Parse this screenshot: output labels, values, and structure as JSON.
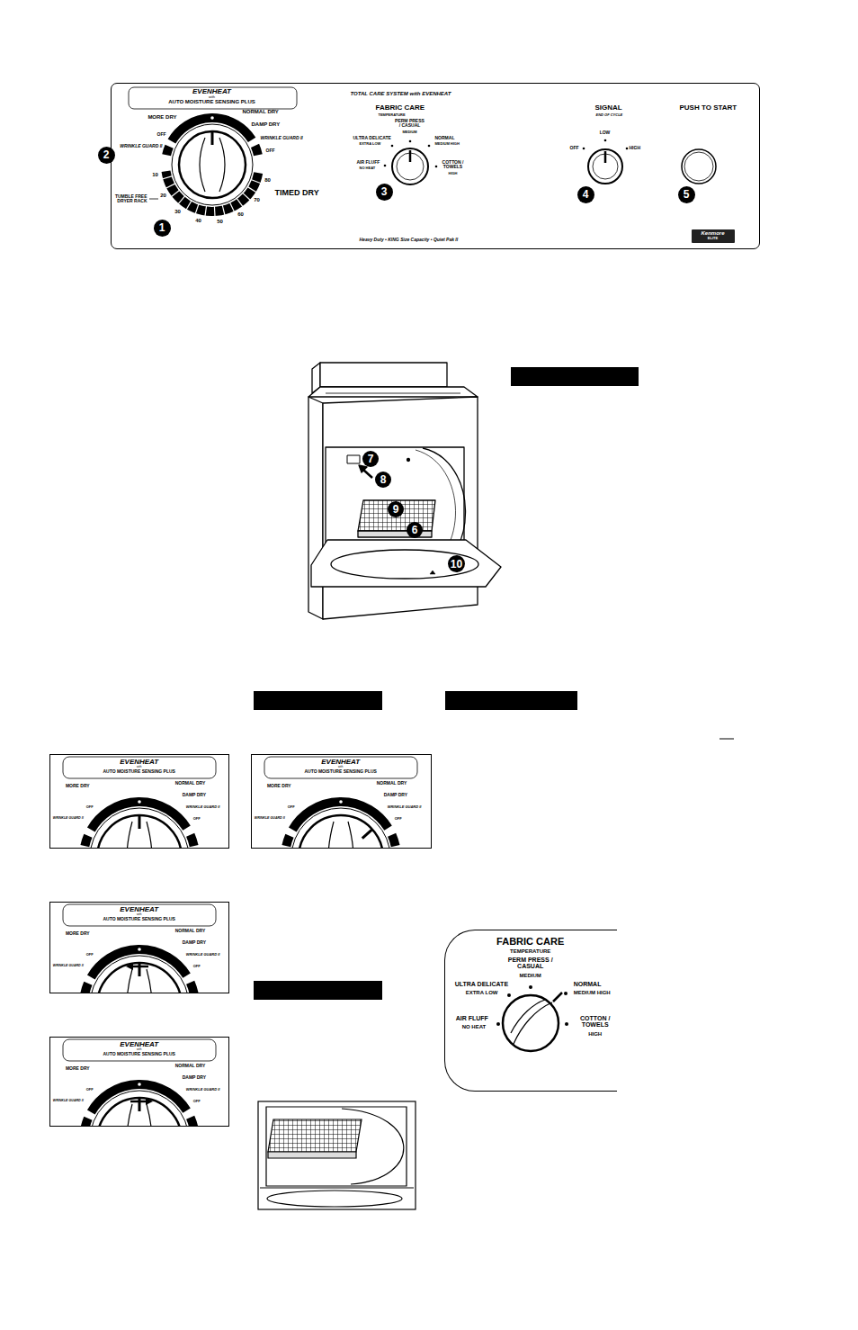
{
  "diagram": {
    "nodes": [
      {
        "text": [
          "EVENHEAT",
          "with",
          "AUTO MOISTURE SENSING PLUS",
          "MORE DRY",
          "NORMAL DRY",
          "DAMP DRY",
          "WRINKLE GUARD II",
          "OFF",
          "OFF",
          "WRINKLE GUARD II",
          "80",
          "70",
          "60",
          "50",
          "40",
          "30",
          "20",
          "10",
          "TIMED DRY",
          "TUMBLE FREE DRYER RACK",
          "TOTAL CARE SYSTEM with EVENHEAT",
          "FABRIC CARE",
          "TEMPERATURE",
          "PERM PRESS / CASUAL",
          "MEDIUM",
          "ULTRA DELICATE",
          "EXTRA LOW",
          "NORMAL",
          "MEDIUM HIGH",
          "AIR FLUFF",
          "NO HEAT",
          "COTTON / TOWELS",
          "HIGH",
          "SIGNAL",
          "END OF CYCLE",
          "OFF",
          "LOW",
          "HIGH",
          "PUSH TO START",
          "Heavy Duty • KING Size Capacity • Quiet Pak II"
        ]
      },
      {
        "text": [
          "1"
        ],
        "in": 0
      },
      {
        "text": [
          "2"
        ],
        "in": 0
      },
      {
        "text": [
          "3"
        ],
        "in": 0
      },
      {
        "text": [
          "4"
        ],
        "in": 0
      },
      {
        "text": [
          "5"
        ],
        "in": 0
      },
      {
        "text": [
          "Kenmore",
          "ELITE"
        ],
        "in": 0
      },
      {
        "text": [
          "7"
        ]
      },
      {
        "text": [
          "8"
        ]
      },
      {
        "text": [
          "9"
        ]
      },
      {
        "text": [
          "6"
        ]
      },
      {
        "text": [
          "10"
        ]
      },
      {
        "text": [
          "EVENHEAT",
          "with",
          "AUTO MOISTURE SENSING PLUS",
          "MORE DRY",
          "NORMAL DRY",
          "DAMP DRY",
          "WRINKLE GUARD II",
          "OFF",
          "OFF",
          "WRINKLE GUARD II"
        ]
      },
      {
        "text": [
          "EVENHEAT",
          "with",
          "AUTO MOISTURE SENSING PLUS",
          "MORE DRY",
          "NORMAL DRY",
          "DAMP DRY",
          "WRINKLE GUARD II",
          "OFF",
          "OFF",
          "WRINKLE GUARD II"
        ]
      },
      {
        "text": [
          "EVENHEAT",
          "with",
          "AUTO MOISTURE SENSING PLUS",
          "MORE DRY",
          "NORMAL DRY",
          "DAMP DRY",
          "WRINKLE GUARD II",
          "OFF",
          "OFF",
          "WRINKLE GUARD II"
        ]
      },
      {
        "text": [
          "EVENHEAT",
          "with",
          "AUTO MOISTURE SENSING PLUS",
          "MORE DRY",
          "NORMAL DRY",
          "DAMP DRY",
          "WRINKLE GUARD II",
          "OFF",
          "OFF",
          "WRINKLE GUARD II"
        ]
      },
      {
        "text": [
          "FABRIC CARE",
          "TEMPERATURE",
          "PERM PRESS / CASUAL",
          "MEDIUM",
          "ULTRA DELICATE",
          "EXTRA LOW",
          "NORMAL",
          "MEDIUM HIGH",
          "AIR FLUFF",
          "NO HEAT",
          "COTTON / TOWELS",
          "HIGH"
        ]
      }
    ]
  }
}
